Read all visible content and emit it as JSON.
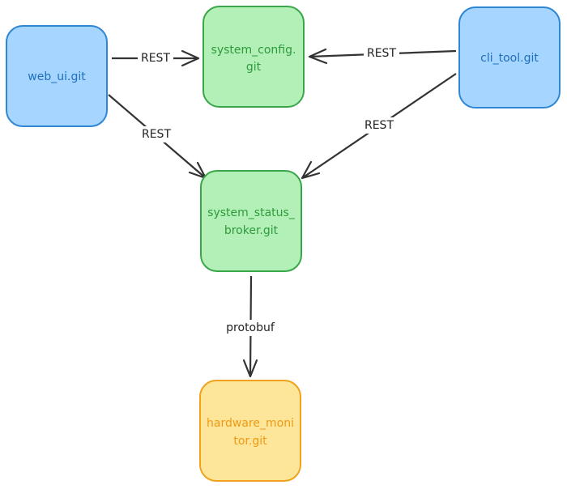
{
  "nodes": {
    "web_ui": {
      "line1": "web_ui.git",
      "line2": ""
    },
    "system_config": {
      "line1": "system_config.",
      "line2": "git"
    },
    "cli_tool": {
      "line1": "cli_tool.git",
      "line2": ""
    },
    "system_status_broker": {
      "line1": "system_status_",
      "line2": "broker.git"
    },
    "hardware_monitor": {
      "line1": "hardware_moni",
      "line2": "tor.git"
    }
  },
  "edges": {
    "web_ui_to_system_config": {
      "label": "REST"
    },
    "cli_tool_to_system_config": {
      "label": "REST"
    },
    "web_ui_to_system_status_broker": {
      "label": "REST"
    },
    "cli_tool_to_system_status_broker": {
      "label": "REST"
    },
    "system_status_broker_to_hardware_monitor": {
      "label": "protobuf"
    }
  },
  "colors": {
    "blue_fill": "#a6d6ff",
    "blue_stroke": "#2f86d3",
    "green_fill": "#b2f0b8",
    "green_stroke": "#3aa64a",
    "yellow_fill": "#fde69a",
    "yellow_stroke": "#f0a21c",
    "edge": "#333333"
  }
}
